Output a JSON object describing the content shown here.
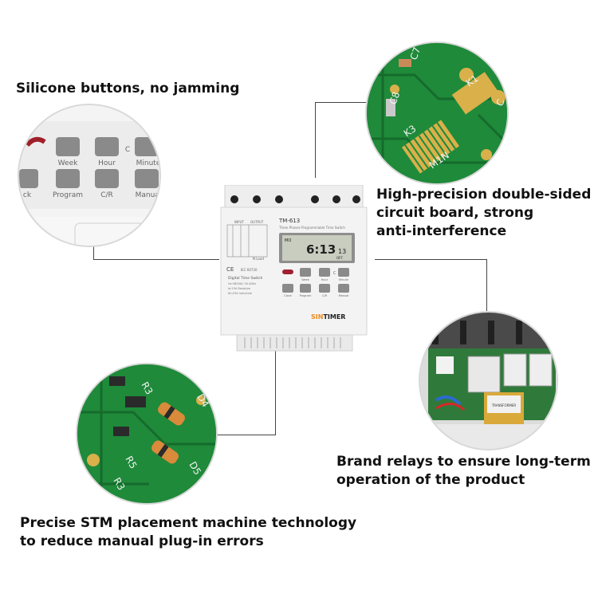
{
  "captions": {
    "buttons": "Silicone buttons, no jamming",
    "circuit_board": "High-precision double-sided\n circuit board, strong\nanti-interference",
    "relays": "Brand relays to ensure long-term\noperation of the product",
    "stm": "Precise STM placement machine technology\nto reduce manual plug-in errors"
  },
  "buttons_closeup": {
    "labels": [
      "Week",
      "Hour",
      "Minute",
      "Program",
      "C/R",
      "Manual",
      "ck"
    ],
    "c_mark": "C"
  },
  "pcb_top": {
    "labels": [
      "C7",
      "K1",
      "C8",
      "K3",
      "M1N",
      "C"
    ]
  },
  "pcb_bottom": {
    "labels": [
      "R3",
      "D4",
      "D5",
      "R5",
      "R3"
    ]
  },
  "relay_closeup": {
    "label_text": "TRANSFORMER"
  },
  "device": {
    "model": "TM-613",
    "subtitle": "Three Phases Programmable Time Switch",
    "display_day": "MO",
    "display_time": "6:13",
    "display_seconds": "13",
    "display_state": "OFF",
    "cert": "CE",
    "standard": "IEC 60730",
    "desc_lines": [
      "Digital Time Switch",
      "Ue:380VAC  50-60Hz",
      "Ie:25A Resistive",
      "Ith:25A Inductive"
    ],
    "button_labels_top": [
      "Week",
      "Hour",
      "Minute"
    ],
    "button_labels_bottom": [
      "Clock",
      "Program",
      "C/R",
      "Manual"
    ],
    "c_mark": "C",
    "brand_a": "SIN",
    "brand_b": "TIMER",
    "terminal_top_label": "INPUT",
    "terminal_top_label2": "OUTPUT",
    "load_label": "N  Load"
  },
  "colors": {
    "pcb_green": "#1f8a3a",
    "pcb_dark": "#156b2c",
    "gold": "#d9b04a",
    "brand_orange": "#f08a1c",
    "device_white": "#f3f3f3",
    "lcd": "#c8cdbf"
  }
}
